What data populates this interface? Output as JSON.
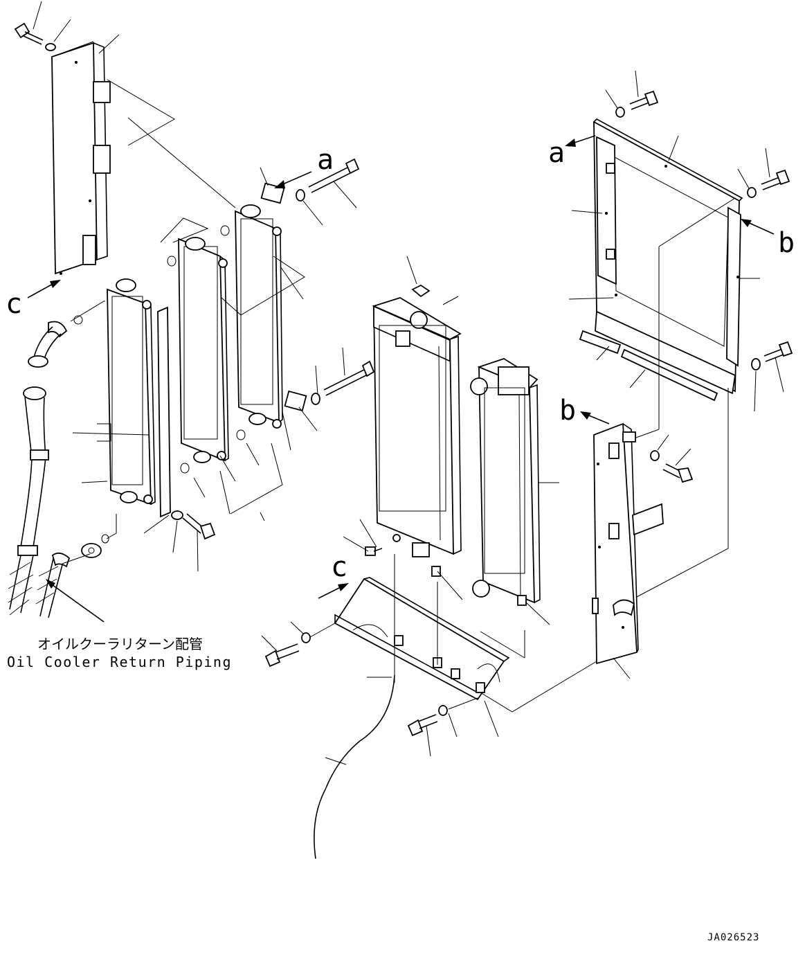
{
  "diagram": {
    "caption_jp": "オイルクーラリターン配管",
    "caption_en": "Oil Cooler Return Piping",
    "drawing_number": "JA026523",
    "view_refs": {
      "a_top": "a",
      "a_right": "a",
      "b_right": "b",
      "b_bottom": "b",
      "c_left": "c",
      "c_center": "c"
    }
  }
}
